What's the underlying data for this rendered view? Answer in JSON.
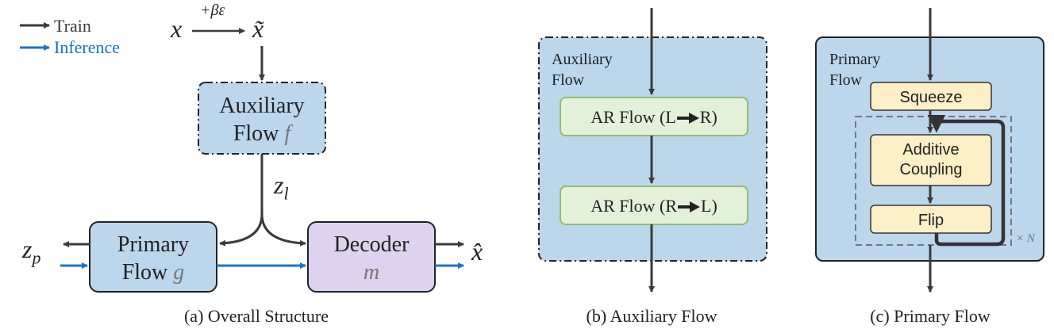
{
  "legend": {
    "train": "Train",
    "inference": "Inference",
    "train_color": "#3a3a3a",
    "inference_color": "#1a73c6"
  },
  "panel_a": {
    "caption": "(a) Overall Structure",
    "x": "x",
    "x_tilde": "x̃",
    "noise_label": "+βε",
    "aux_flow_line1": "Auxiliary",
    "aux_flow_line2": "Flow",
    "aux_flow_symbol": "f",
    "z_l": "z",
    "z_l_sub": "l",
    "primary_line1": "Primary",
    "primary_line2": "Flow",
    "primary_symbol": "g",
    "decoder_line1": "Decoder",
    "decoder_symbol": "m",
    "z_p": "z",
    "z_p_sub": "p",
    "x_hat": "x̂"
  },
  "panel_b": {
    "caption": "(b) Auxiliary Flow",
    "title_line1": "Auxiliary",
    "title_line2": "Flow",
    "ar_lr_prefix": "AR Flow (L",
    "ar_lr_suffix": "R)",
    "ar_rl_prefix": "AR Flow (R",
    "ar_rl_suffix": "L)"
  },
  "panel_c": {
    "caption": "(c) Primary Flow",
    "title_line1": "Primary",
    "title_line2": "Flow",
    "squeeze": "Squeeze",
    "coupling_line1": "Additive",
    "coupling_line2": "Coupling",
    "flip": "Flip",
    "repeat": "× N"
  },
  "colors": {
    "flow_box": "#bcd6ec",
    "decoder_box": "#ddd3f0",
    "ar_box": "#e3f1d9",
    "ar_border": "#8fbf70",
    "step_box": "#fdefc6",
    "border": "#333333"
  }
}
